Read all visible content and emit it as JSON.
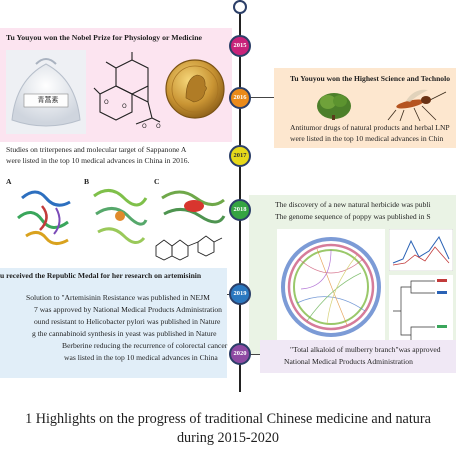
{
  "timeline": {
    "years": [
      {
        "label": "2015",
        "color": "#c8237a"
      },
      {
        "label": "2016",
        "color": "#ea8a1a"
      },
      {
        "label": "2017",
        "color": "#e6d81a"
      },
      {
        "label": "2018",
        "color": "#35a442"
      },
      {
        "label": "2019",
        "color": "#2a78c0"
      },
      {
        "label": "2020",
        "color": "#8e4aa3"
      }
    ]
  },
  "panel_2015": {
    "title": "Tu Youyou won the Nobel Prize for Physiology or Medicine",
    "powder_label": "青蒿素"
  },
  "panel_2016": {
    "title": "Tu Youyou won the Highest Science and Technolo",
    "line1": "Antitumor drugs of natural products and herbal LNP",
    "line2": "were listed in the top 10 medical advances in Chin"
  },
  "panel_2017": {
    "line1": "Studies on triterpenes and molecular target of Sappanone A",
    "line2": "were listed in the top 10 medical advances in China in 2016.",
    "figure_labels": {
      "a": "A",
      "b": "B",
      "c": "C"
    }
  },
  "panel_2018": {
    "line1": "The discovery of a new natural herbicide was publi",
    "line2": "The genome sequence of poppy was published in S"
  },
  "panel_2019": {
    "title": "u received the Republic Medal for her research on artemisinin",
    "lines": [
      "Solution to \"Artemisinin Resistance was published in NEJM",
      "7 was approved by National Medical Products Administration",
      "ound resistant to Helicobacter pylori was published in Nature",
      "g the cannabinoid synthesis in yeast was published in Nature",
      "Berberine reducing the recurrence of colorectal cancer",
      "was listed in the top 10 medical advances in China"
    ]
  },
  "panel_2020": {
    "line1": "\"Total alkaloid of mulberry branch\"was approved",
    "line2": "National Medical Products Administration"
  },
  "caption": {
    "line1": "1 Highlights on the progress of traditional Chinese medicine and natura",
    "line2": "during 2015-2020"
  }
}
